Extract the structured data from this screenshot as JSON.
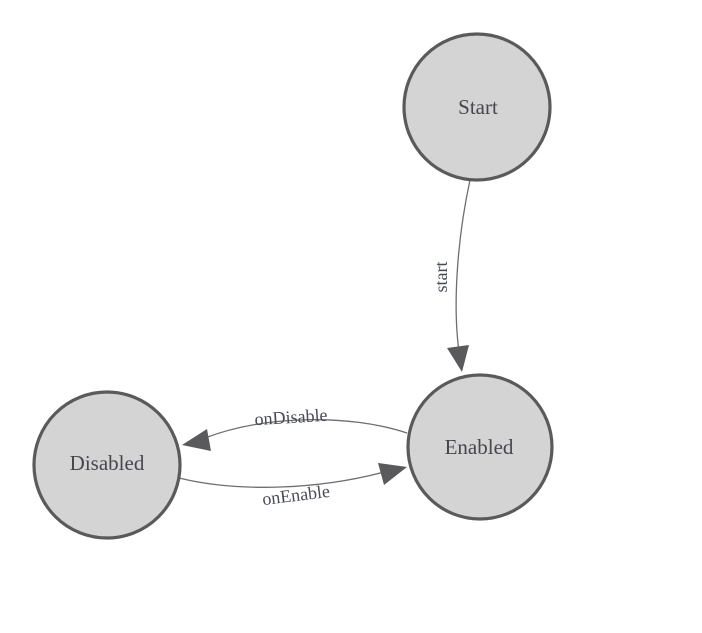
{
  "diagram": {
    "type": "state-machine",
    "nodes": [
      {
        "id": "start",
        "label": "Start"
      },
      {
        "id": "enabled",
        "label": "Enabled"
      },
      {
        "id": "disabled",
        "label": "Disabled"
      }
    ],
    "edges": [
      {
        "from": "Start",
        "to": "Enabled",
        "label": "start"
      },
      {
        "from": "Enabled",
        "to": "Disabled",
        "label": "onDisable"
      },
      {
        "from": "Disabled",
        "to": "Enabled",
        "label": "onEnable"
      }
    ],
    "colors": {
      "node_fill": "#d4d4d4",
      "node_stroke": "#5a5a5c",
      "edge_line": "#6e6e70",
      "arrowhead": "#5a5a5c",
      "label_text": "#474b56"
    }
  }
}
